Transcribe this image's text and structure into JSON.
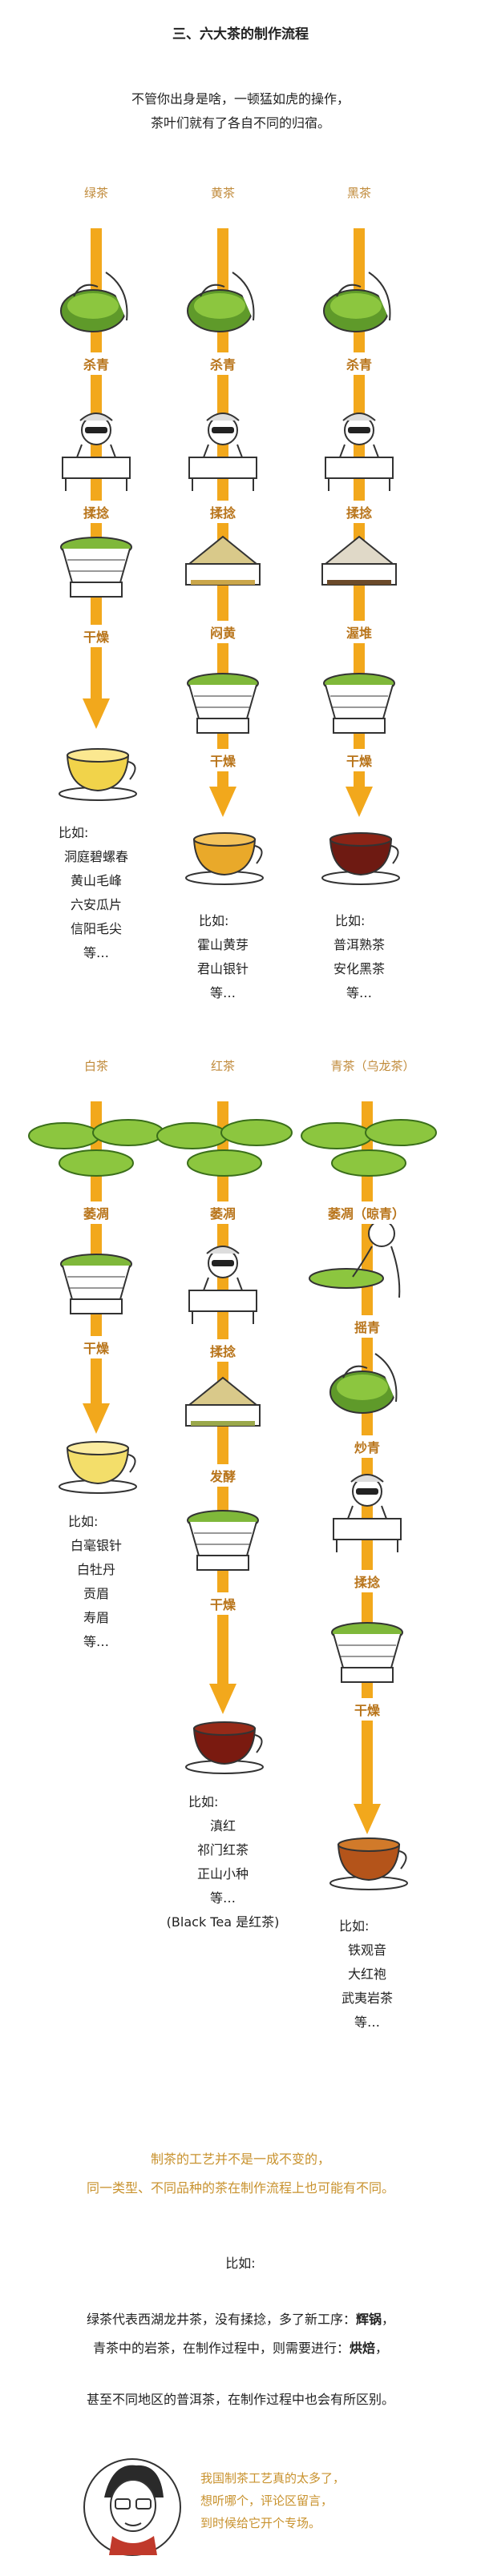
{
  "title": "三、六大茶的制作流程",
  "intro": [
    "不管你出身是啥，一顿猛如虎的操作，",
    "茶叶们就有了各自不同的归宿。"
  ],
  "sections": [
    {
      "columns": [
        {
          "name": "绿茶",
          "steps": [
            "杀青",
            "揉捻",
            "干燥"
          ],
          "example_label": "比如:",
          "examples": [
            "洞庭碧螺春",
            "黄山毛峰",
            "六安瓜片",
            "信阳毛尖",
            "等…"
          ]
        },
        {
          "name": "黄茶",
          "steps": [
            "杀青",
            "揉捻",
            "闷黄",
            "干燥"
          ],
          "example_label": "比如:",
          "examples": [
            "霍山黄芽",
            "君山银针",
            "等…"
          ]
        },
        {
          "name": "黑茶",
          "steps": [
            "杀青",
            "揉捻",
            "渥堆",
            "干燥"
          ],
          "example_label": "比如:",
          "examples": [
            "普洱熟茶",
            "安化黑茶",
            "等…"
          ]
        }
      ]
    },
    {
      "columns": [
        {
          "name": "白茶",
          "steps": [
            "萎凋",
            "干燥"
          ],
          "example_label": "比如:",
          "examples": [
            "白毫银针",
            "白牡丹",
            "贡眉",
            "寿眉",
            "等…"
          ]
        },
        {
          "name": "红茶",
          "steps": [
            "萎凋",
            "揉捻",
            "发酵",
            "干燥"
          ],
          "example_label": "比如:",
          "examples": [
            "滇红",
            "祁门红茶",
            "正山小种",
            "等…",
            "(Black Tea 是红茶)"
          ]
        },
        {
          "name": "青茶（乌龙茶）",
          "steps": [
            "萎凋（晾青）",
            "摇青",
            "炒青",
            "揉捻",
            "干燥"
          ],
          "example_label": "比如:",
          "examples": [
            "铁观音",
            "大红袍",
            "武夷岩茶",
            "等…"
          ]
        }
      ]
    }
  ],
  "note": [
    "制茶的工艺并不是一成不变的，",
    "同一类型、不同品种的茶在制作流程上也可能有不同。"
  ],
  "example_heading": "比如:",
  "detail": {
    "line1_a": "绿茶代表西湖龙井茶，没有揉捻，多了新工序：",
    "line1_b": "辉锅",
    "line1_c": "，",
    "line2_a": "青茶中的岩茶，在制作过程中，则需要进行：",
    "line2_b": "烘焙",
    "line2_c": "，",
    "line3": "甚至不同地区的普洱茶，在制作过程中也会有所区别。"
  },
  "footer_speech": [
    "我国制茶工艺真的太多了，",
    "想听哪个，评论区留言，",
    "到时候给它开个专场。"
  ],
  "colors": {
    "bar": "#f2a81c",
    "step": "#b8741a",
    "head": "#c08a3a",
    "note": "#c8922e"
  }
}
